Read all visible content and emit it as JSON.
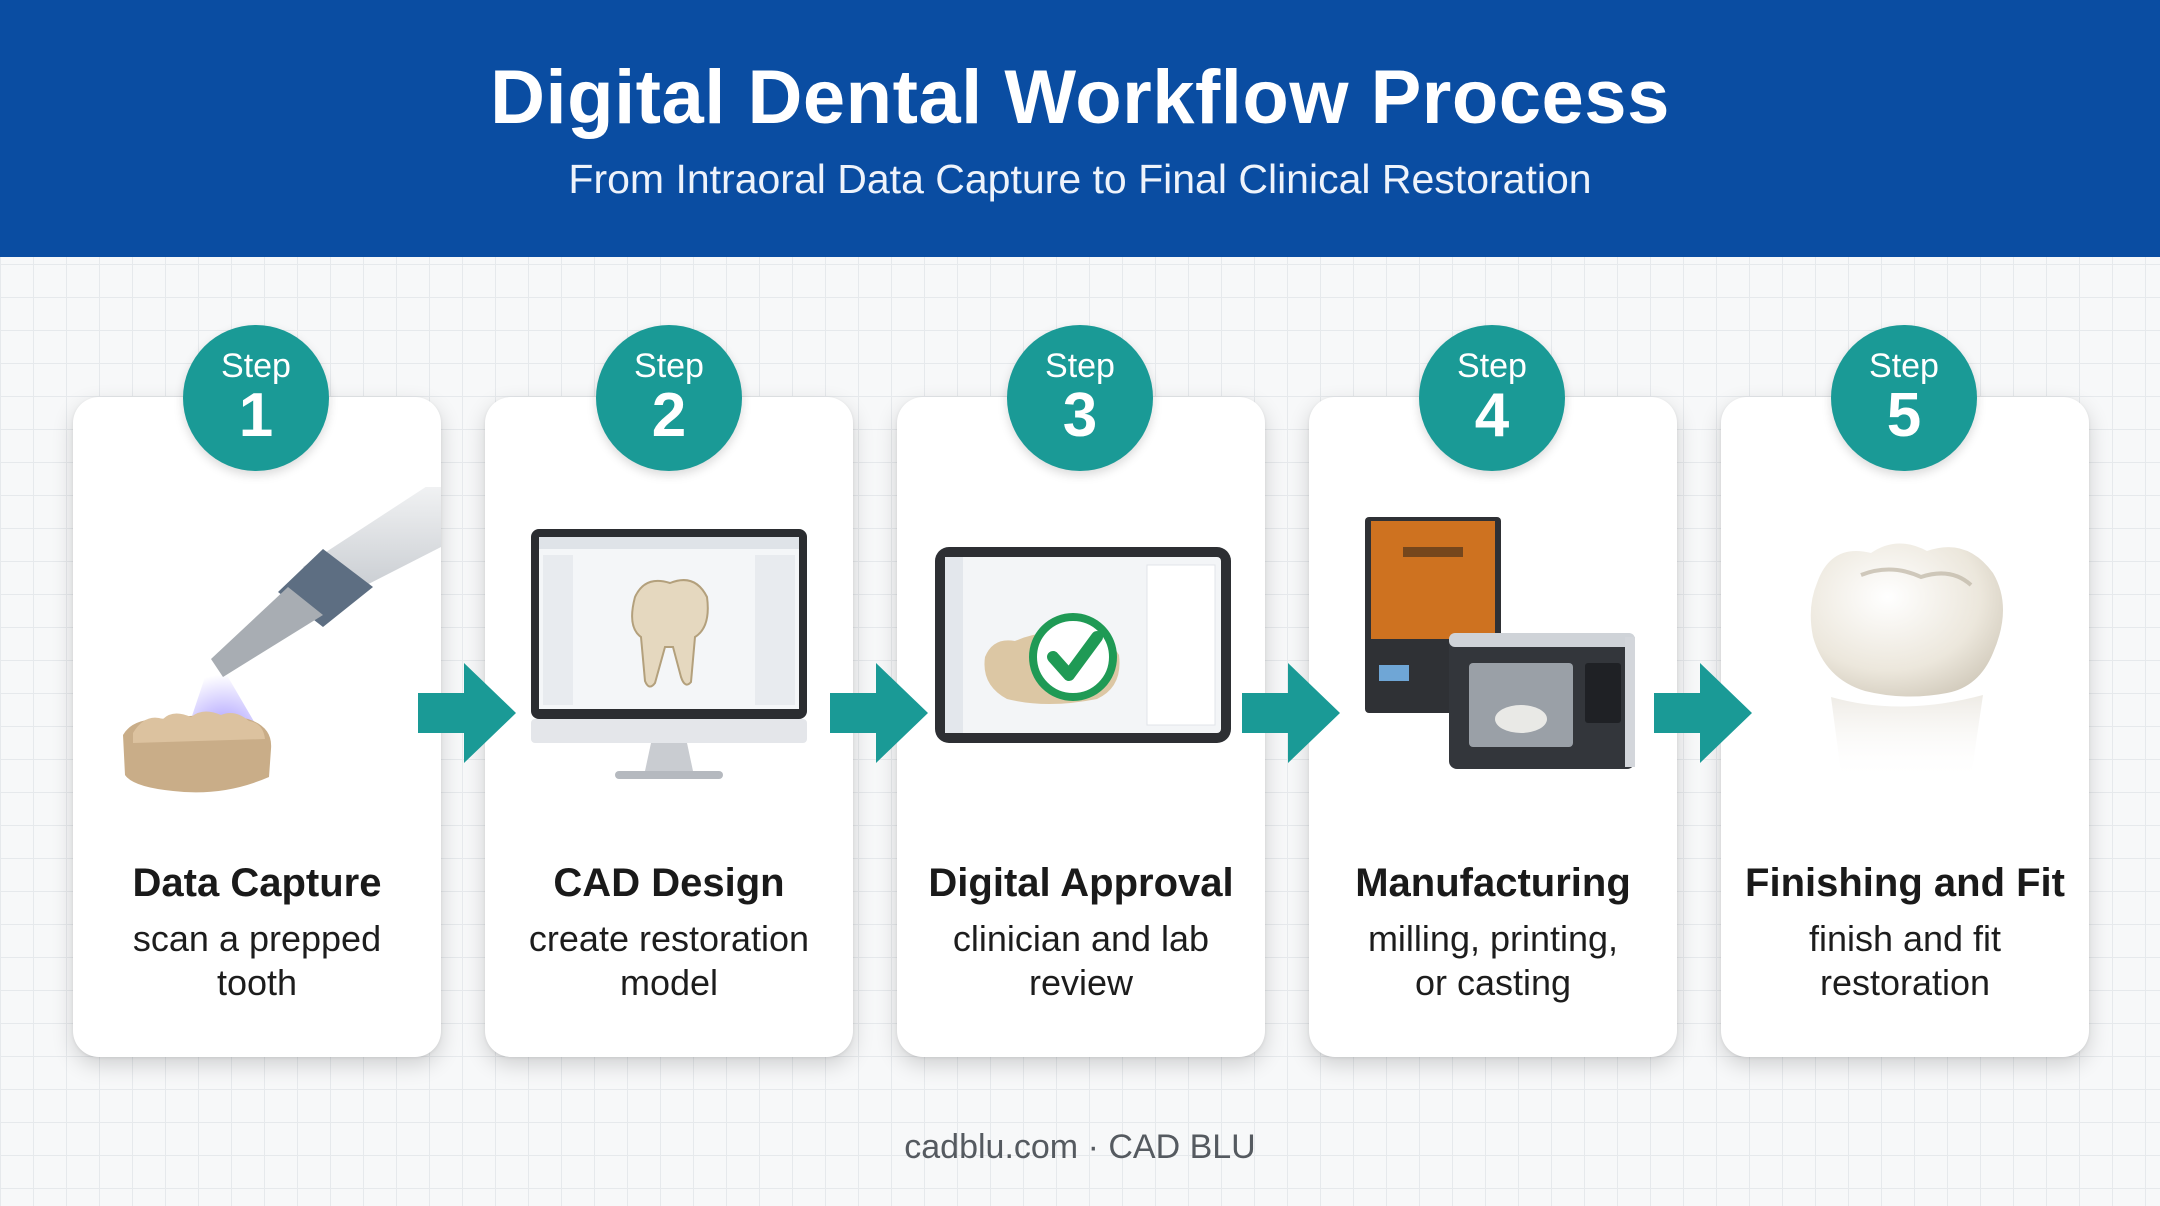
{
  "header": {
    "title": "Digital Dental Workflow Process",
    "subtitle": "From Intraoral Data Capture to Final Clinical Restoration"
  },
  "steps": [
    {
      "step_word": "Step",
      "number": "1",
      "title": "Data Capture",
      "desc_line1": "scan a prepped",
      "desc_line2": "tooth",
      "icon": "intraoral-scanner-icon"
    },
    {
      "step_word": "Step",
      "number": "2",
      "title": "CAD Design",
      "desc_line1": "create restoration",
      "desc_line2": "model",
      "icon": "cad-monitor-icon"
    },
    {
      "step_word": "Step",
      "number": "3",
      "title": "Digital Approval",
      "desc_line1": "clinician and lab",
      "desc_line2": "review",
      "icon": "tablet-approval-icon"
    },
    {
      "step_word": "Step",
      "number": "4",
      "title": "Manufacturing",
      "desc_line1": "milling, printing,",
      "desc_line2": "or casting",
      "icon": "printer-mill-icon"
    },
    {
      "step_word": "Step",
      "number": "5",
      "title": "Finishing and Fit",
      "desc_line1": "finish and fit",
      "desc_line2": "restoration",
      "icon": "crown-icon"
    }
  ],
  "footer": {
    "text": "cadblu.com · CAD BLU"
  },
  "colors": {
    "header_bg": "#0a4da2",
    "accent_teal": "#1a9a96",
    "card_bg": "#ffffff"
  }
}
